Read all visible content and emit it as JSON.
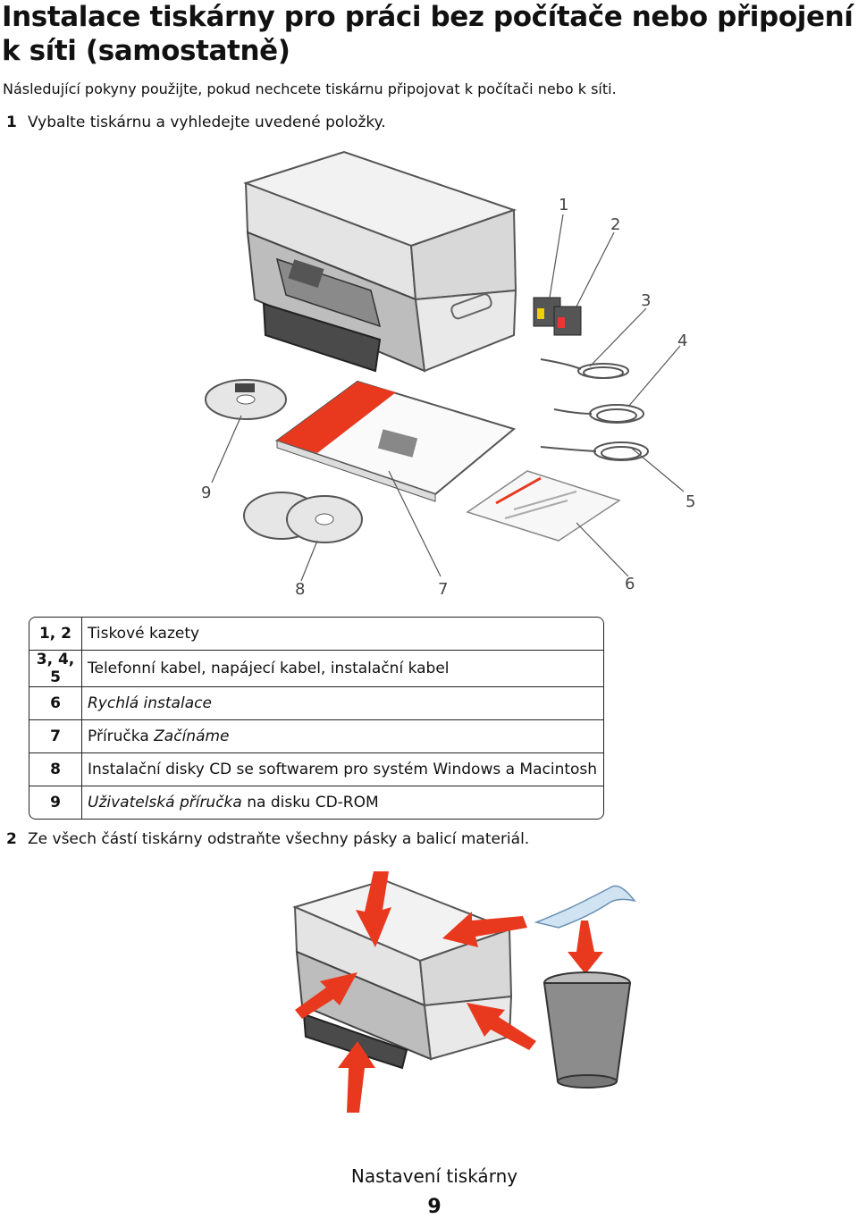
{
  "title": "Instalace tiskárny pro práci bez počítače nebo připojení k síti (samostatně)",
  "intro": "Následující pokyny použijte, pokud nechcete tiskárnu připojovat k počítači nebo k síti.",
  "steps": [
    {
      "num": "1",
      "text": "Vybalte tiskárnu a vyhledejte uvedené položky."
    },
    {
      "num": "2",
      "text": "Ze všech částí tiskárny odstraňte všechny pásky a balicí materiál."
    }
  ],
  "figure1": {
    "callouts": [
      "1",
      "2",
      "3",
      "4",
      "5",
      "6",
      "7",
      "8",
      "9"
    ]
  },
  "items": [
    {
      "key": "1, 2",
      "text": "Tiskové kazety"
    },
    {
      "key": "3, 4, 5",
      "text": "Telefonní kabel, napájecí kabel, instalační kabel"
    },
    {
      "key": "6",
      "text_italic": "Rychlá instalace"
    },
    {
      "key": "7",
      "text": "Příručka ",
      "text_italic": "Začínáme"
    },
    {
      "key": "8",
      "text": "Instalační disky CD se softwarem pro systém Windows a Macintosh"
    },
    {
      "key": "9",
      "text_italic": "Uživatelská příručka",
      "text": " na disku CD-ROM"
    }
  ],
  "footer": {
    "section": "Nastavení tiskárny",
    "page": "9"
  },
  "colors": {
    "accent_red": "#e8391f",
    "cable": "#555555"
  }
}
